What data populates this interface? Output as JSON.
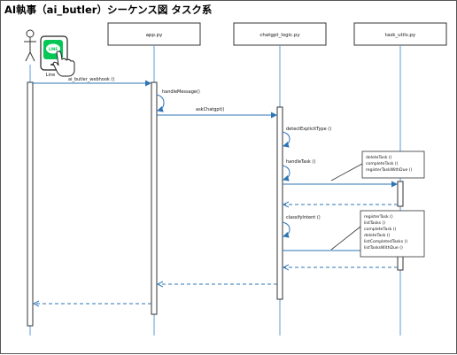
{
  "title": "AI執事（ai_butler）シーケンス図 タスク系",
  "actor": {
    "label": "Line",
    "icon": "line-app-icon",
    "color": "#06C755"
  },
  "participants": [
    {
      "id": "app",
      "label": "app.py"
    },
    {
      "id": "logic",
      "label": "chatgpt_logic.py"
    },
    {
      "id": "utils",
      "label": "task_utils.py"
    }
  ],
  "messages": [
    {
      "label": "ai_butler_webhook ()",
      "kind": "call"
    },
    {
      "label": "handleMessage()",
      "kind": "self"
    },
    {
      "label": "askChatgpt()",
      "kind": "call"
    },
    {
      "label": "detectExplicitType ()",
      "kind": "self"
    },
    {
      "label": "handleTask ()",
      "kind": "self"
    },
    {
      "label": "",
      "kind": "call"
    },
    {
      "label": "",
      "kind": "return"
    },
    {
      "label": "classifyIntent ()",
      "kind": "self"
    },
    {
      "label": "",
      "kind": "call"
    },
    {
      "label": "",
      "kind": "return"
    },
    {
      "label": "",
      "kind": "return"
    },
    {
      "label": "",
      "kind": "return"
    }
  ],
  "notes": [
    {
      "lines": [
        "deleteTask ()",
        "completeTask ()",
        "registerTaskWithDue ()"
      ]
    },
    {
      "lines": [
        "registerTask ()",
        "listTasks ()",
        "completeTask ()",
        "deleteTask ()",
        "listCompletedTasks ()",
        "listTasksWithDue ()"
      ]
    }
  ],
  "colors": {
    "lifeline": "#5b9bd5",
    "arrow": "#2e75b6"
  }
}
